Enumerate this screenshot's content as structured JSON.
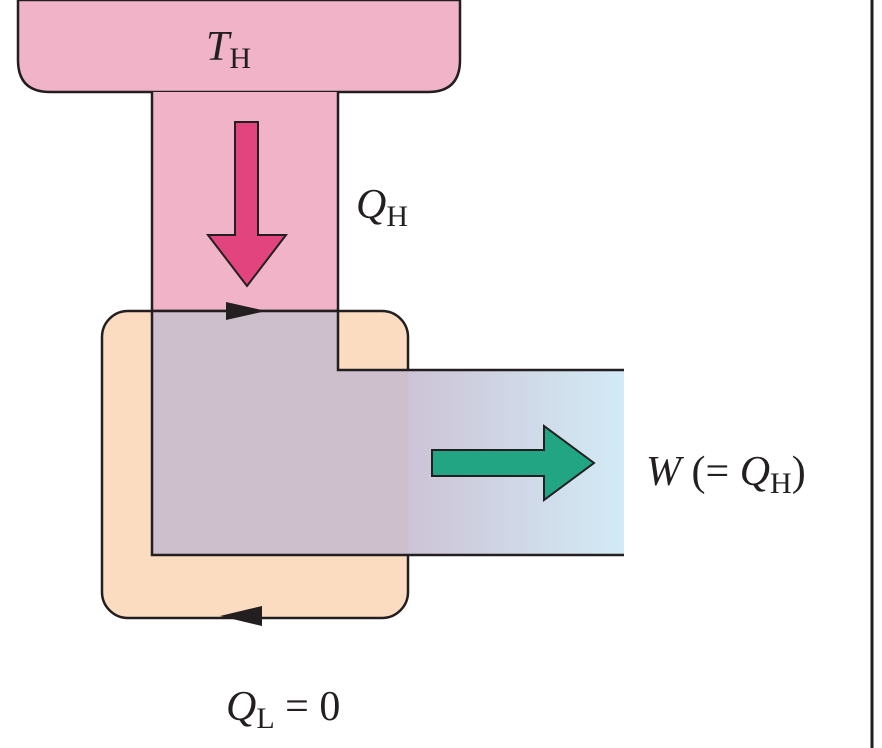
{
  "diagram": {
    "hot_reservoir": {
      "symbol": "T",
      "subscript": "H"
    },
    "heat_input": {
      "symbol": "Q",
      "subscript": "H"
    },
    "work_output": {
      "symbol": "W",
      "middle": " (= ",
      "symbol2": "Q",
      "subscript": "H",
      "close": ")"
    },
    "heat_rejected": {
      "symbol": "Q",
      "subscript": "L",
      "rest": " = 0"
    },
    "colors": {
      "hot_reservoir_fill": "#f0b3c8",
      "heat_arrow": "#e2457e",
      "engine_fill": "#fbdcc0",
      "work_arrow": "#21a583",
      "work_band_end": "#d2ebf6",
      "outline": "#231f20"
    },
    "icons": [
      "heat-flow-arrow-down",
      "work-arrow-right",
      "cycle-direction-arrow"
    ]
  }
}
